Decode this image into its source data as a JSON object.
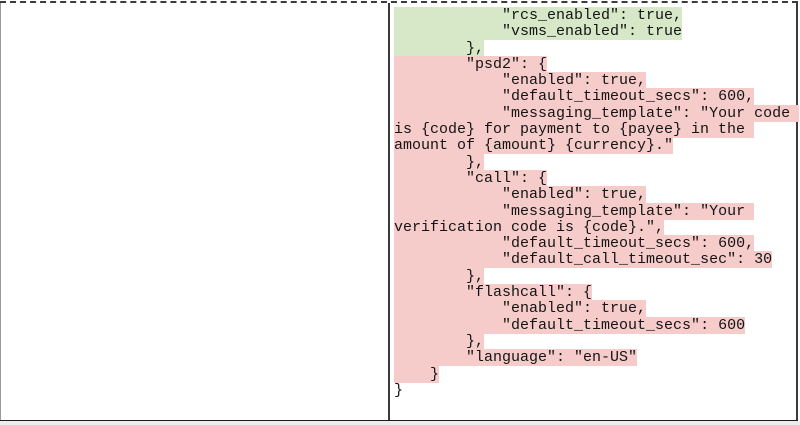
{
  "diff": {
    "left_pane": {
      "content": ""
    },
    "right_pane": {
      "segments": [
        {
          "highlight": "added",
          "text": "            \"rcs_enabled\": true,\n            \"vsms_enabled\": true\n        },"
        },
        {
          "highlight": "none",
          "text": "\n"
        },
        {
          "highlight": "removed",
          "text": "        \"psd2\": {\n            \"enabled\": true,\n            \"default_timeout_secs\": 600,\n            \"messaging_template\": \"Your code is {code} for payment to {payee} in the amount of {amount} {currency}.\"\n        },\n        \"call\": {\n            \"enabled\": true,\n            \"messaging_template\": \"Your verification code is {code}.\",\n            \"default_timeout_secs\": 600,\n            \"default_call_timeout_sec\": 30\n        },\n        \"flashcall\": {\n            \"enabled\": true,\n            \"default_timeout_secs\": 600\n        },\n        \"language\": \"en-US\"\n    }"
        },
        {
          "highlight": "none",
          "text": "\n}"
        }
      ]
    },
    "colors": {
      "added_bg": "#d6e8c7",
      "removed_bg": "#f6cccb",
      "text": "#141414",
      "divider": "#3a3a3a"
    }
  }
}
